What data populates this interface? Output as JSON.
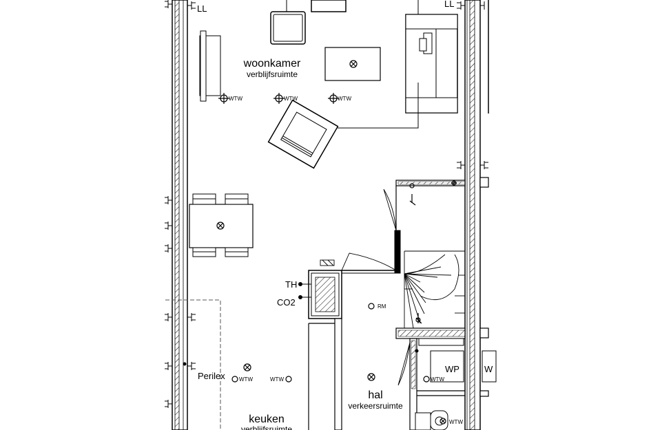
{
  "rooms": {
    "woonkamer": {
      "name": "woonkamer",
      "type": "verblijfsruimte"
    },
    "hal": {
      "name": "hal",
      "type": "verkeersruimte"
    },
    "keuken": {
      "name": "keuken",
      "type": "verblijfsruimte"
    }
  },
  "labels": {
    "ll": "LL",
    "wtw": "WTW",
    "th": "TH",
    "co2": "CO2",
    "rm": "RM",
    "perilex": "Perilex",
    "wp": "WP",
    "w": "W"
  },
  "colors": {
    "line": "#000000",
    "background": "#ffffff",
    "thin_line": "#555555"
  }
}
